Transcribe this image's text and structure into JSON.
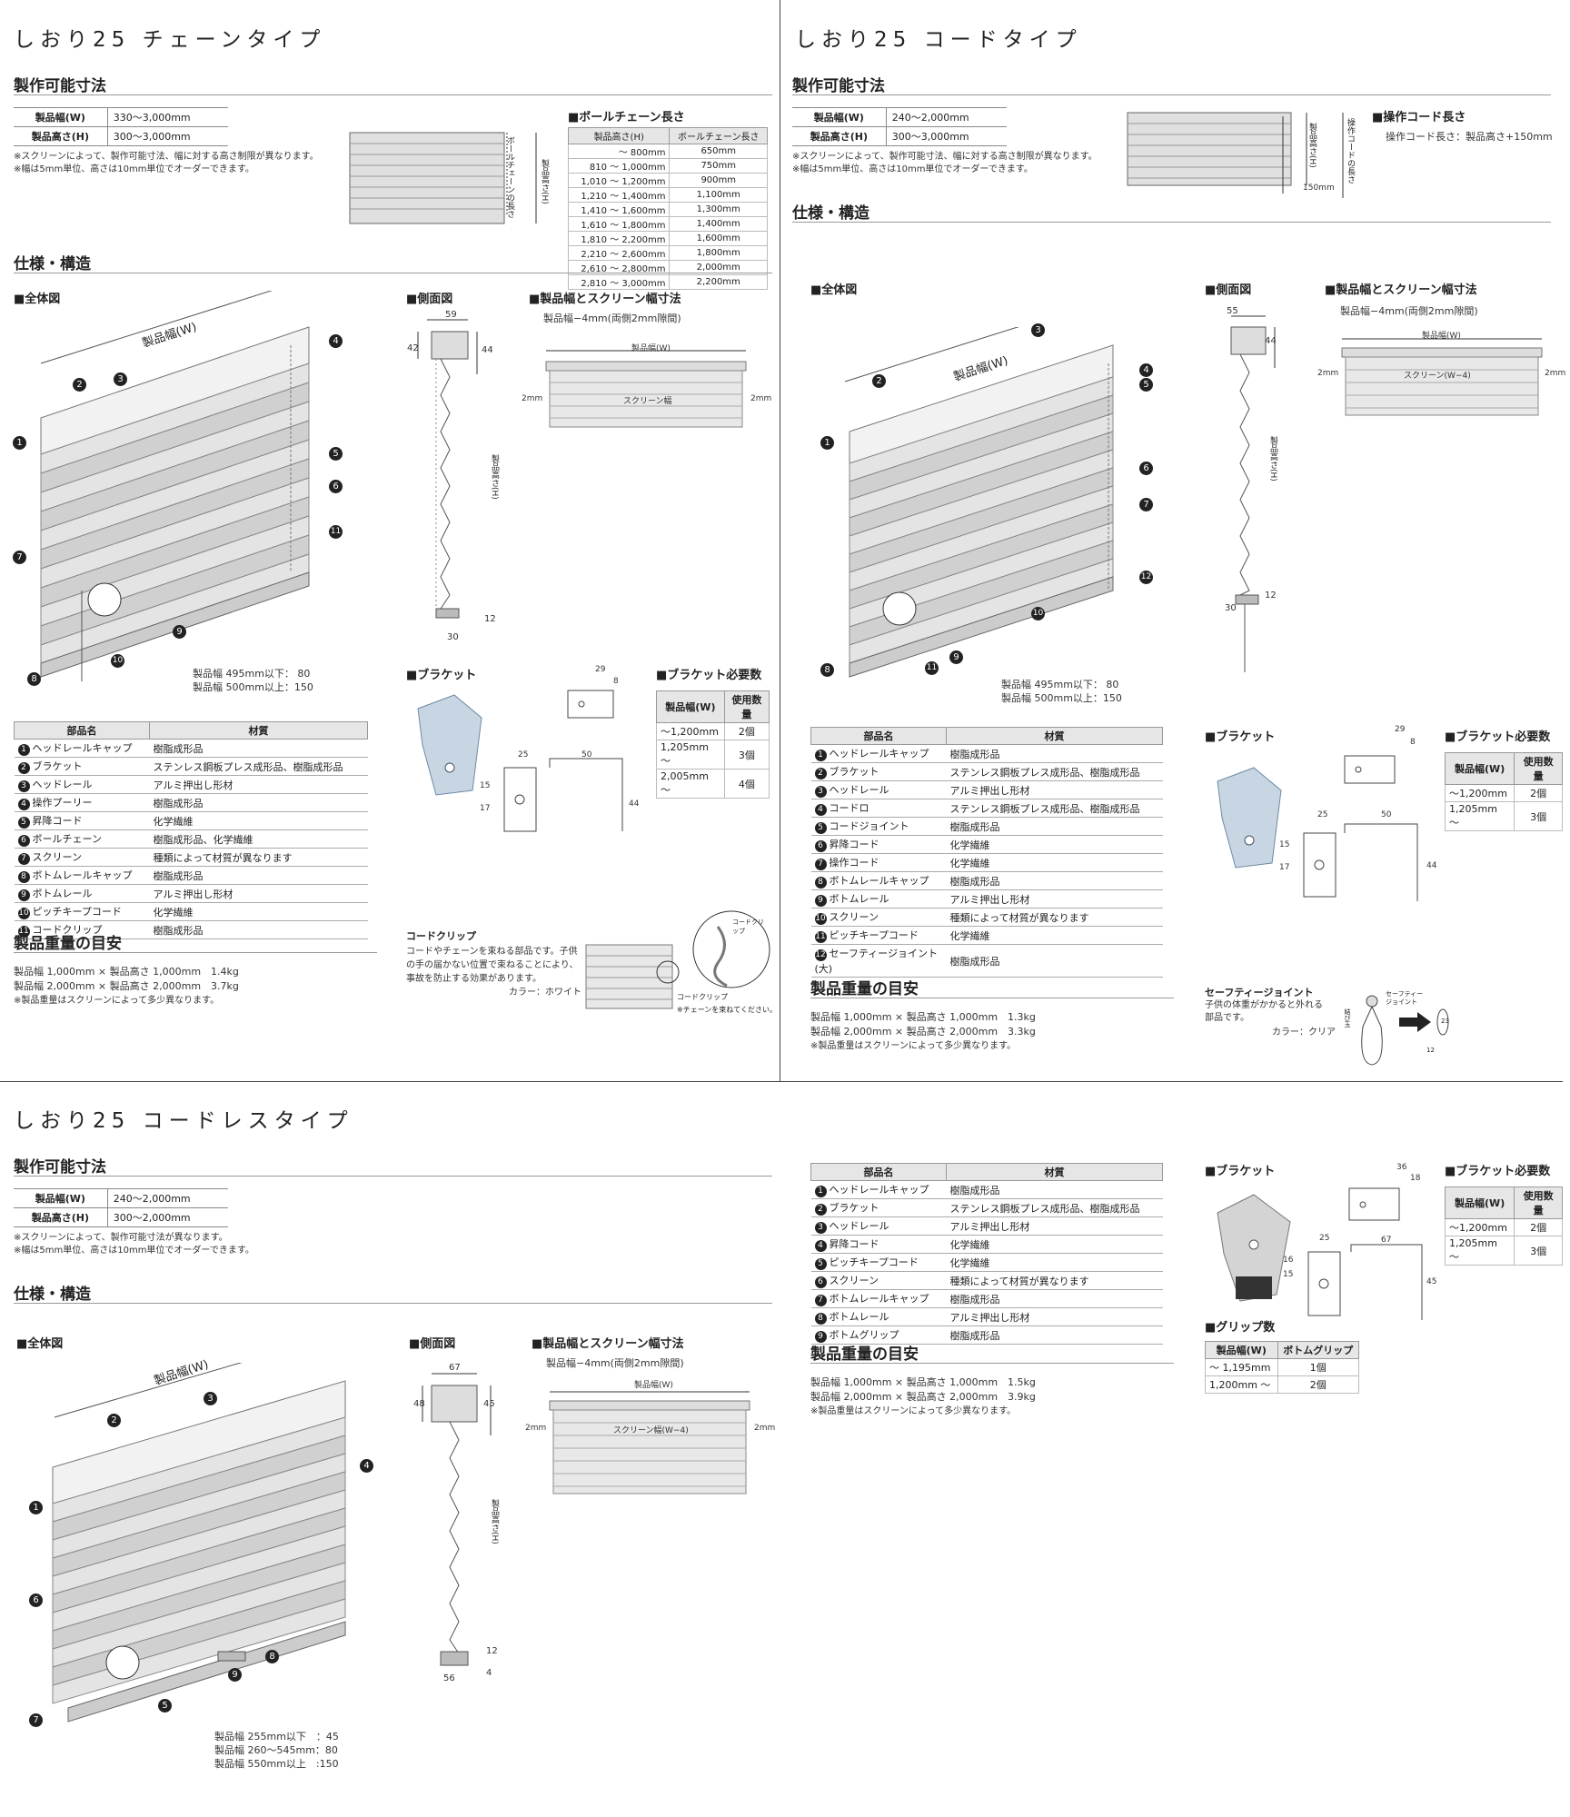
{
  "chain": {
    "title": "しおり25 チェーンタイプ",
    "sec_size": "製作可能寸法",
    "dims": [
      {
        "label": "製品幅(W)",
        "value": "330～3,000mm"
      },
      {
        "label": "製品高さ(H)",
        "value": "300～3,000mm"
      }
    ],
    "notes": [
      "※スクリーンによって、製作可能寸法、幅に対する高さ制限が異なります。",
      "※幅は5mm単位、高さは10mm単位でオーダーできます。"
    ],
    "diag_labels": {
      "chain_len": "ボールチェーンの長さ",
      "height": "製品高さ(H)"
    },
    "chain_table_title": "■ボールチェーン長さ",
    "chain_table_headers": [
      "製品高さ(H)",
      "ボールチェーン長さ"
    ],
    "chain_table_rows": [
      [
        "～ 800mm",
        "650mm"
      ],
      [
        "810 ～ 1,000mm",
        "750mm"
      ],
      [
        "1,010 ～ 1,200mm",
        "900mm"
      ],
      [
        "1,210 ～ 1,400mm",
        "1,100mm"
      ],
      [
        "1,410 ～ 1,600mm",
        "1,300mm"
      ],
      [
        "1,610 ～ 1,800mm",
        "1,400mm"
      ],
      [
        "1,810 ～ 2,200mm",
        "1,600mm"
      ],
      [
        "2,210 ～ 2,600mm",
        "1,800mm"
      ],
      [
        "2,610 ～ 2,800mm",
        "2,000mm"
      ],
      [
        "2,810 ～ 3,000mm",
        "2,200mm"
      ]
    ],
    "sec_spec": "仕様・構造",
    "overall": "■全体図",
    "side": "■側面図",
    "width_title": "■製品幅とスクリーン幅寸法",
    "width_sub": "製品幅−4mm(両側2mm隙間)",
    "width_labels": {
      "top": "製品幅(W)",
      "screen": "スクリーン幅",
      "gap_l": "2mm",
      "gap_r": "2mm"
    },
    "side_dims": {
      "w": "59",
      "h1": "42",
      "h2": "44",
      "b1": "30",
      "b2": "12",
      "mid": "製品高さ(H)"
    },
    "overall_w_label": "製品幅(W)",
    "overall_note": [
      "製品幅 495mm以下： 80",
      "製品幅 500mm以上：150"
    ],
    "bracket": "■ブラケット",
    "bracket_need": "■ブラケット必要数",
    "bracket_dims": {
      "a": "29",
      "b": "8",
      "c": "25",
      "d": "50",
      "e": "15",
      "f": "17",
      "g": "44"
    },
    "bracket_headers": [
      "製品幅(W)",
      "使用数量"
    ],
    "bracket_rows": [
      [
        "～1,200mm",
        "2個"
      ],
      [
        "1,205mm ～",
        "3個"
      ],
      [
        "2,005mm ～",
        "4個"
      ]
    ],
    "parts_headers": [
      "部品名",
      "材質"
    ],
    "parts": [
      [
        "ヘッドレールキャップ",
        "樹脂成形品"
      ],
      [
        "ブラケット",
        "ステンレス鋼板プレス成形品、樹脂成形品"
      ],
      [
        "ヘッドレール",
        "アルミ押出し形材"
      ],
      [
        "操作プーリー",
        "樹脂成形品"
      ],
      [
        "昇降コード",
        "化学繊維"
      ],
      [
        "ボールチェーン",
        "樹脂成形品、化学繊維"
      ],
      [
        "スクリーン",
        "種類によって材質が異なります"
      ],
      [
        "ボトムレールキャップ",
        "樹脂成形品"
      ],
      [
        "ボトムレール",
        "アルミ押出し形材"
      ],
      [
        "ピッチキープコード",
        "化学繊維"
      ],
      [
        "コードクリップ",
        "樹脂成形品"
      ]
    ],
    "weight_title": "製品重量の目安",
    "weights": [
      "製品幅 1,000mm × 製品高さ 1,000mm　1.4kg",
      "製品幅 2,000mm × 製品高さ 2,000mm　3.7kg"
    ],
    "weight_note": "※製品重量はスクリーンによって多少異なります。",
    "clip_title": "コードクリップ",
    "clip_text": [
      "コードやチェーンを束ねる部品です。子供",
      "の手の届かない位置で束ねることにより、",
      "事故を防止する効果があります。"
    ],
    "clip_color": "カラー：ホワイト",
    "clip_labels": {
      "a": "コードクリップ",
      "b": "コードクリップ",
      "c": "※チェーンを束ねてください。"
    }
  },
  "cord": {
    "title": "しおり25 コードタイプ",
    "sec_size": "製作可能寸法",
    "dims": [
      {
        "label": "製品幅(W)",
        "value": "240～2,000mm"
      },
      {
        "label": "製品高さ(H)",
        "value": "300～3,000mm"
      }
    ],
    "notes": [
      "※スクリーンによって、製作可能寸法、幅に対する高さ制限が異なります。",
      "※幅は5mm単位、高さは10mm単位でオーダーできます。"
    ],
    "diag_labels": {
      "height": "製品高さ(H)",
      "cord_len": "操作コードの長さ",
      "extra": "150mm"
    },
    "cord_title": "■操作コード長さ",
    "cord_text": "操作コード長さ：製品高さ+150mm",
    "sec_spec": "仕様・構造",
    "overall": "■全体図",
    "side": "■側面図",
    "width_title": "■製品幅とスクリーン幅寸法",
    "width_sub": "製品幅−4mm(両側2mm隙間)",
    "width_labels": {
      "top": "製品幅(W)",
      "screen": "スクリーン(W−4)",
      "gap_l": "2mm",
      "gap_r": "2mm"
    },
    "side_dims": {
      "w": "55",
      "h2": "44",
      "b1": "30",
      "b2": "12",
      "mid": "製品高さ(H)"
    },
    "overall_w_label": "製品幅(W)",
    "overall_note": [
      "製品幅 495mm以下： 80",
      "製品幅 500mm以上：150"
    ],
    "bracket": "■ブラケット",
    "bracket_need": "■ブラケット必要数",
    "bracket_dims": {
      "a": "29",
      "b": "8",
      "c": "25",
      "d": "50",
      "e": "15",
      "f": "17",
      "g": "44"
    },
    "bracket_headers": [
      "製品幅(W)",
      "使用数量"
    ],
    "bracket_rows": [
      [
        "～1,200mm",
        "2個"
      ],
      [
        "1,205mm ～",
        "3個"
      ]
    ],
    "parts_headers": [
      "部品名",
      "材質"
    ],
    "parts": [
      [
        "ヘッドレールキャップ",
        "樹脂成形品"
      ],
      [
        "ブラケット",
        "ステンレス鋼板プレス成形品、樹脂成形品"
      ],
      [
        "ヘッドレール",
        "アルミ押出し形材"
      ],
      [
        "コードロ",
        "ステンレス鋼板プレス成形品、樹脂成形品"
      ],
      [
        "コードジョイント",
        "樹脂成形品"
      ],
      [
        "昇降コード",
        "化学繊維"
      ],
      [
        "操作コード",
        "化学繊維"
      ],
      [
        "ボトムレールキャップ",
        "樹脂成形品"
      ],
      [
        "ボトムレール",
        "アルミ押出し形材"
      ],
      [
        "スクリーン",
        "種類によって材質が異なります"
      ],
      [
        "ピッチキープコード",
        "化学繊維"
      ],
      [
        "セーフティージョイント(大)",
        "樹脂成形品"
      ]
    ],
    "weight_title": "製品重量の目安",
    "weights": [
      "製品幅 1,000mm × 製品高さ 1,000mm　1.3kg",
      "製品幅 2,000mm × 製品高さ 2,000mm　3.3kg"
    ],
    "weight_note": "※製品重量はスクリーンによって多少異なります。",
    "safety_title": "セーフティージョイント",
    "safety_text": [
      "子供の体重がかかると外れる",
      "部品です。"
    ],
    "safety_color": "カラー：クリア",
    "safety_labels": {
      "a": "セーフティー",
      "b": "ジョイント",
      "c": "結び玉",
      "d": "23",
      "e": "12"
    }
  },
  "cordless": {
    "title": "しおり25 コードレスタイプ",
    "sec_size": "製作可能寸法",
    "dims": [
      {
        "label": "製品幅(W)",
        "value": "240～2,000mm"
      },
      {
        "label": "製品高さ(H)",
        "value": "300～2,000mm"
      }
    ],
    "notes": [
      "※スクリーンによって、製作可能寸法が異なります。",
      "※幅は5mm単位、高さは10mm単位でオーダーできます。"
    ],
    "sec_spec": "仕様・構造",
    "overall": "■全体図",
    "side": "■側面図",
    "width_title": "■製品幅とスクリーン幅寸法",
    "width_sub": "製品幅−4mm(両側2mm隙間)",
    "width_labels": {
      "top": "製品幅(W)",
      "screen": "スクリーン幅(W−4)",
      "gap_l": "2mm",
      "gap_r": "2mm"
    },
    "side_dims": {
      "w": "67",
      "h1": "48",
      "h2": "45",
      "b1": "56",
      "b2": "12",
      "b3": "4",
      "mid": "製品高さ(H)"
    },
    "overall_w_label": "製品幅(W)",
    "overall_note": [
      "製品幅 255mm以下　：45",
      "製品幅 260～545mm：80",
      "製品幅 550mm以上　:150"
    ],
    "parts_headers": [
      "部品名",
      "材質"
    ],
    "parts": [
      [
        "ヘッドレールキャップ",
        "樹脂成形品"
      ],
      [
        "ブラケット",
        "ステンレス鋼板プレス成形品、樹脂成形品"
      ],
      [
        "ヘッドレール",
        "アルミ押出し形材"
      ],
      [
        "昇降コード",
        "化学繊維"
      ],
      [
        "ピッチキープコード",
        "化学繊維"
      ],
      [
        "スクリーン",
        "種類によって材質が異なります"
      ],
      [
        "ボトムレールキャップ",
        "樹脂成形品"
      ],
      [
        "ボトムレール",
        "アルミ押出し形材"
      ],
      [
        "ボトムグリップ",
        "樹脂成形品"
      ]
    ],
    "weight_title": "製品重量の目安",
    "weights": [
      "製品幅 1,000mm × 製品高さ 1,000mm　1.5kg",
      "製品幅 2,000mm × 製品高さ 2,000mm　3.9kg"
    ],
    "weight_note": "※製品重量はスクリーンによって多少異なります。",
    "bracket": "■ブラケット",
    "bracket_need": "■ブラケット必要数",
    "bracket_dims": {
      "a": "36",
      "b": "18",
      "c": "25",
      "d": "67",
      "e": "15",
      "f": "16",
      "g": "45"
    },
    "bracket_headers": [
      "製品幅(W)",
      "使用数量"
    ],
    "bracket_rows": [
      [
        "～1,200mm",
        "2個"
      ],
      [
        "1,205mm ～",
        "3個"
      ]
    ],
    "grip_title": "■グリップ数",
    "grip_headers": [
      "製品幅(W)",
      "ボトムグリップ"
    ],
    "grip_rows": [
      [
        "～ 1,195mm",
        "1個"
      ],
      [
        "1,200mm ～",
        "2個"
      ]
    ]
  }
}
